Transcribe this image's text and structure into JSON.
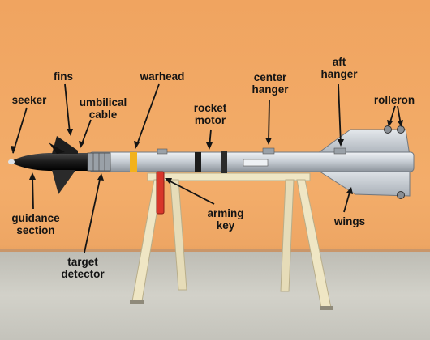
{
  "labels": {
    "seeker": "seeker",
    "fins": "fins",
    "umbilical_cable": "umbilical\ncable",
    "warhead": "warhead",
    "rocket_motor": "rocket\nmotor",
    "center_hanger": "center\nhanger",
    "aft_hanger": "aft\nhanger",
    "rolleron": "rolleron",
    "guidance_section": "guidance\nsection",
    "target_detector": "target\ndetector",
    "arming_key": "arming\nkey",
    "wings": "wings"
  },
  "colors": {
    "wall": "#f0a460",
    "floor": "#c8c7bf",
    "missile_body": "#c9cfd6",
    "nose": "#1a1a1a",
    "band_yellow": "#f2b21c",
    "arming_key": "#d8362a",
    "stand": "#efe6c4"
  }
}
